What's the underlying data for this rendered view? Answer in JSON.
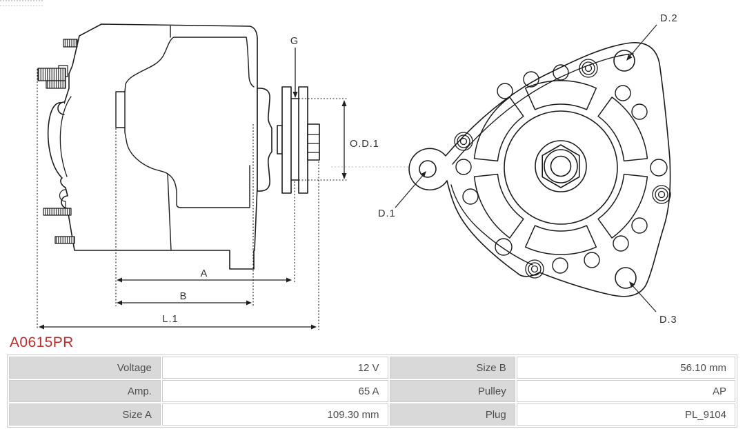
{
  "part_number": "A0615PR",
  "colors": {
    "accent_red": "#bf2b27",
    "table_label_bg": "#d9d9d9",
    "table_border": "#cccccc",
    "drawing_line": "#1a1a1a"
  },
  "diagram": {
    "side_view": {
      "g": "G",
      "od1": "O.D.1",
      "a": "A",
      "b": "B",
      "l1": "L.1"
    },
    "front_view": {
      "d1": "D.1",
      "d2": "D.2",
      "d3": "D.3"
    }
  },
  "table": {
    "rows": [
      {
        "label1": "Voltage",
        "value1": "12 V",
        "label2": "Size B",
        "value2": "56.10 mm"
      },
      {
        "label1": "Amp.",
        "value1": "65 A",
        "label2": "Pulley",
        "value2": "AP"
      },
      {
        "label1": "Size A",
        "value1": "109.30 mm",
        "label2": "Plug",
        "value2": "PL_9104"
      }
    ]
  }
}
